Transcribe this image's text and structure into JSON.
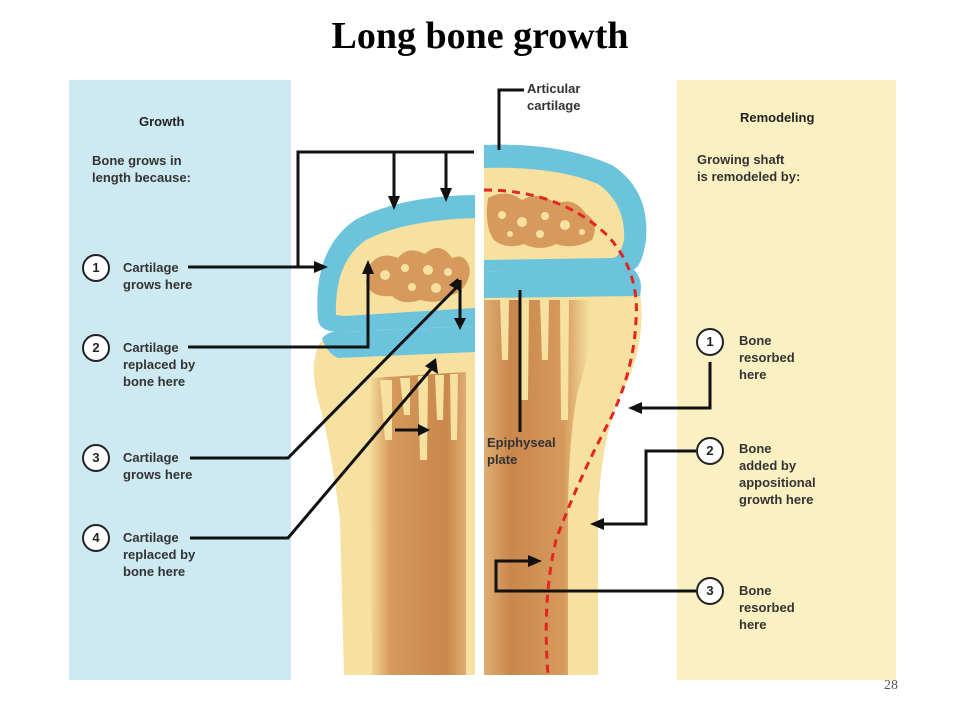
{
  "title": "Long bone growth",
  "growth_panel": {
    "heading": "Growth",
    "intro": "Bone grows in\nlength because:",
    "items": [
      {
        "number": "1",
        "text": "Cartilage\ngrows here"
      },
      {
        "number": "2",
        "text": "Cartilage\nreplaced by\nbone here"
      },
      {
        "number": "3",
        "text": "Cartilage\ngrows here"
      },
      {
        "number": "4",
        "text": "Cartilage\nreplaced by\nbone here"
      }
    ]
  },
  "remodeling_panel": {
    "heading": "Remodeling",
    "intro": "Growing shaft\nis remodeled by:",
    "items": [
      {
        "number": "1",
        "text": "Bone\nresorbed\nhere"
      },
      {
        "number": "2",
        "text": "Bone\nadded by\nappositional\ngrowth here"
      },
      {
        "number": "3",
        "text": "Bone\nresorbed\nhere"
      }
    ]
  },
  "labels": {
    "articular_cartilage": "Articular\ncartilage",
    "epiphyseal_plate": "Epiphyseal\nplate"
  },
  "page_number": "28",
  "colors": {
    "cartilage": "#6cc4dc",
    "bone_outer": "#f6e1a0",
    "bone_inner": "#d69a5c",
    "growth_panel": "#cdeaf2",
    "remodel_panel": "#fbf0c2",
    "remodel_line": "#e52424"
  }
}
